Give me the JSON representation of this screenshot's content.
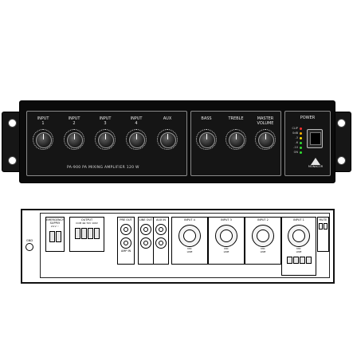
{
  "front": {
    "inputs": [
      {
        "label": "INPUT\n1"
      },
      {
        "label": "INPUT\n2"
      },
      {
        "label": "INPUT\n3"
      },
      {
        "label": "INPUT\n4"
      },
      {
        "label": "AUX"
      }
    ],
    "tone": [
      {
        "label": "BASS"
      },
      {
        "label": "TREBLE"
      },
      {
        "label": "MASTER\nVOLUME"
      }
    ],
    "model_text": "PA-900  PA MIXING AMPLIFIER 120 W",
    "power_label": "POWER",
    "meter": [
      {
        "label": "CLIP",
        "color": "#ff3030"
      },
      {
        "label": "0dB",
        "color": "#ffb000"
      },
      {
        "label": "-3",
        "color": "#ffe000"
      },
      {
        "label": "-6",
        "color": "#33dd33"
      },
      {
        "label": "-10",
        "color": "#33dd33"
      },
      {
        "label": "ON",
        "color": "#33dd33"
      }
    ],
    "logo_text": "MONACOR"
  },
  "rear": {
    "gnd_label": "GND",
    "emergency_label": "EMERGENCY\nSUPPLY",
    "emergency_sub": "24 V ⎓",
    "output_label": "OUTPUT",
    "output_sub": "COM  4Ω  70V  100V",
    "pre_out_label": "PRE OUT",
    "amp_in_label": "AMP IN",
    "line_out_label": "LINE OUT",
    "aux_in_label": "AUX IN",
    "inputs": [
      "INPUT 4",
      "INPUT 3",
      "INPUT 2",
      "INPUT 1"
    ],
    "mic_line": "MIC\nLINE",
    "last_label": "MUTE"
  }
}
